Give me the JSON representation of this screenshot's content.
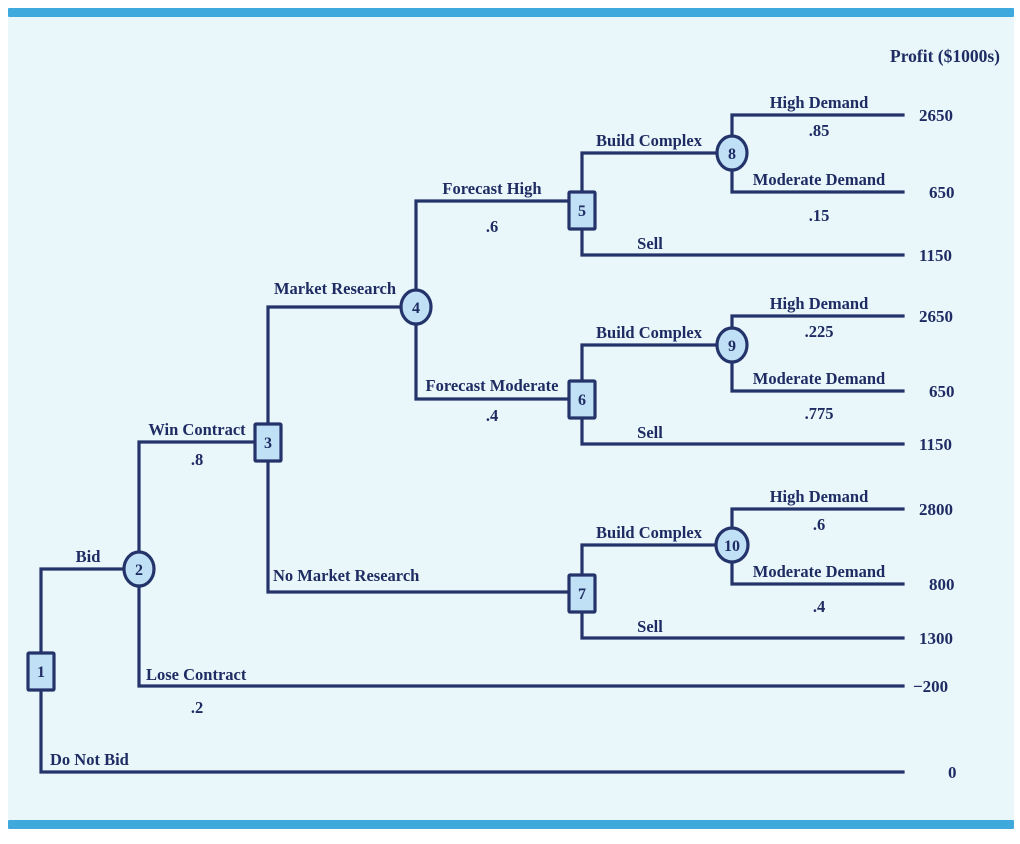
{
  "figure": {
    "title": "",
    "header_label": "Profit ($1000s)",
    "background_color": "#eaf7fa",
    "rule_color": "#3fa9dd",
    "line_color": "#24346b",
    "node_fill": "#bfe0f5",
    "text_color": "#1f2c63"
  },
  "chart_data": {
    "type": "diagram",
    "subtype": "decision-tree",
    "title": "",
    "value_header": "Profit ($1000s)",
    "nodes": [
      {
        "id": "1",
        "kind": "decision",
        "shape": "square",
        "label": "1"
      },
      {
        "id": "2",
        "kind": "chance",
        "shape": "circle",
        "label": "2"
      },
      {
        "id": "3",
        "kind": "decision",
        "shape": "square",
        "label": "3"
      },
      {
        "id": "4",
        "kind": "chance",
        "shape": "circle",
        "label": "4"
      },
      {
        "id": "5",
        "kind": "decision",
        "shape": "square",
        "label": "5"
      },
      {
        "id": "6",
        "kind": "decision",
        "shape": "square",
        "label": "6"
      },
      {
        "id": "7",
        "kind": "decision",
        "shape": "square",
        "label": "7"
      },
      {
        "id": "8",
        "kind": "chance",
        "shape": "circle",
        "label": "8"
      },
      {
        "id": "9",
        "kind": "chance",
        "shape": "circle",
        "label": "9"
      },
      {
        "id": "10",
        "kind": "chance",
        "shape": "circle",
        "label": "10"
      }
    ],
    "branches": [
      {
        "from": "1",
        "to": "2",
        "label": "Bid",
        "probability": ""
      },
      {
        "from": "1",
        "to": null,
        "label": "Do Not Bid",
        "probability": "",
        "payoff": "0"
      },
      {
        "from": "2",
        "to": "3",
        "label": "Win Contract",
        "probability": ".8"
      },
      {
        "from": "2",
        "to": null,
        "label": "Lose Contract",
        "probability": ".2",
        "payoff": "−200"
      },
      {
        "from": "3",
        "to": "4",
        "label": "Market Research",
        "probability": ""
      },
      {
        "from": "3",
        "to": "7",
        "label": "No Market Research",
        "probability": ""
      },
      {
        "from": "4",
        "to": "5",
        "label": "Forecast High",
        "probability": ".6"
      },
      {
        "from": "4",
        "to": "6",
        "label": "Forecast Moderate",
        "probability": ".4"
      },
      {
        "from": "5",
        "to": "8",
        "label": "Build Complex",
        "probability": ""
      },
      {
        "from": "5",
        "to": null,
        "label": "Sell",
        "probability": "",
        "payoff": "1150"
      },
      {
        "from": "6",
        "to": "9",
        "label": "Build Complex",
        "probability": ""
      },
      {
        "from": "6",
        "to": null,
        "label": "Sell",
        "probability": "",
        "payoff": "1150"
      },
      {
        "from": "7",
        "to": "10",
        "label": "Build Complex",
        "probability": ""
      },
      {
        "from": "7",
        "to": null,
        "label": "Sell",
        "probability": "",
        "payoff": "1300"
      },
      {
        "from": "8",
        "to": null,
        "label": "High Demand",
        "probability": ".85",
        "payoff": "2650"
      },
      {
        "from": "8",
        "to": null,
        "label": "Moderate Demand",
        "probability": ".15",
        "payoff": "650"
      },
      {
        "from": "9",
        "to": null,
        "label": "High Demand",
        "probability": ".225",
        "payoff": "2650"
      },
      {
        "from": "9",
        "to": null,
        "label": "Moderate Demand",
        "probability": ".775",
        "payoff": "650"
      },
      {
        "from": "10",
        "to": null,
        "label": "High Demand",
        "probability": ".6",
        "payoff": "2800"
      },
      {
        "from": "10",
        "to": null,
        "label": "Moderate Demand",
        "probability": ".4",
        "payoff": "800"
      }
    ],
    "payoffs": [
      "2650",
      "650",
      "1150",
      "2650",
      "650",
      "1150",
      "2800",
      "800",
      "1300",
      "−200",
      "0"
    ]
  },
  "labels": {
    "bid": "Bid",
    "do_not_bid": "Do Not Bid",
    "win_contract": "Win Contract",
    "lose_contract": "Lose Contract",
    "market_research": "Market Research",
    "no_market_research": "No Market Research",
    "forecast_high": "Forecast High",
    "forecast_moderate": "Forecast Moderate",
    "build_complex_5": "Build Complex",
    "build_complex_6": "Build Complex",
    "build_complex_7": "Build Complex",
    "sell_5": "Sell",
    "sell_6": "Sell",
    "sell_7": "Sell",
    "high_demand_8": "High Demand",
    "moderate_demand_8": "Moderate Demand",
    "high_demand_9": "High Demand",
    "moderate_demand_9": "Moderate Demand",
    "high_demand_10": "High Demand",
    "moderate_demand_10": "Moderate Demand"
  },
  "probabilities": {
    "win_contract": ".8",
    "lose_contract": ".2",
    "forecast_high": ".6",
    "forecast_moderate": ".4",
    "high_demand_8": ".85",
    "moderate_demand_8": ".15",
    "high_demand_9": ".225",
    "moderate_demand_9": ".775",
    "high_demand_10": ".6",
    "moderate_demand_10": ".4"
  },
  "payoffs": {
    "p_2650_a": "2650",
    "p_650_a": "650",
    "p_1150_a": "1150",
    "p_2650_b": "2650",
    "p_650_b": "650",
    "p_1150_b": "1150",
    "p_2800": "2800",
    "p_800": "800",
    "p_1300": "1300",
    "p_minus200": "−200",
    "p_0": "0"
  },
  "node_numbers": {
    "n1": "1",
    "n2": "2",
    "n3": "3",
    "n4": "4",
    "n5": "5",
    "n6": "6",
    "n7": "7",
    "n8": "8",
    "n9": "9",
    "n10": "10"
  }
}
